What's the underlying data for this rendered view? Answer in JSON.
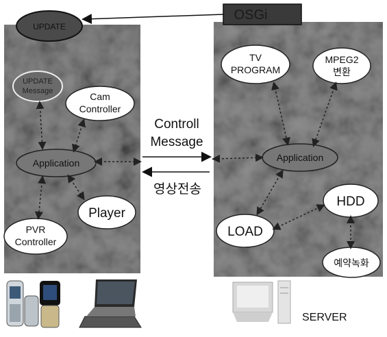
{
  "top": {
    "update_label": "UPDATE",
    "osgi_label": "OSGi"
  },
  "client": {
    "update_message": [
      "UPDATE",
      "Message"
    ],
    "cam_controller": [
      "Cam",
      "Controller"
    ],
    "application": "Application",
    "player": "Player",
    "pvr_controller": [
      "PVR",
      "Controller"
    ]
  },
  "server": {
    "tv_program": [
      "TV",
      "PROGRAM"
    ],
    "mpeg2": [
      "MPEG2",
      "변환"
    ],
    "application": "Application",
    "hdd": "HDD",
    "load": "LOAD",
    "reserve_record": "예약녹화",
    "label": "SERVER"
  },
  "middle": {
    "control_message": [
      "Controll",
      "Message"
    ],
    "video_transfer": "영상전송"
  }
}
